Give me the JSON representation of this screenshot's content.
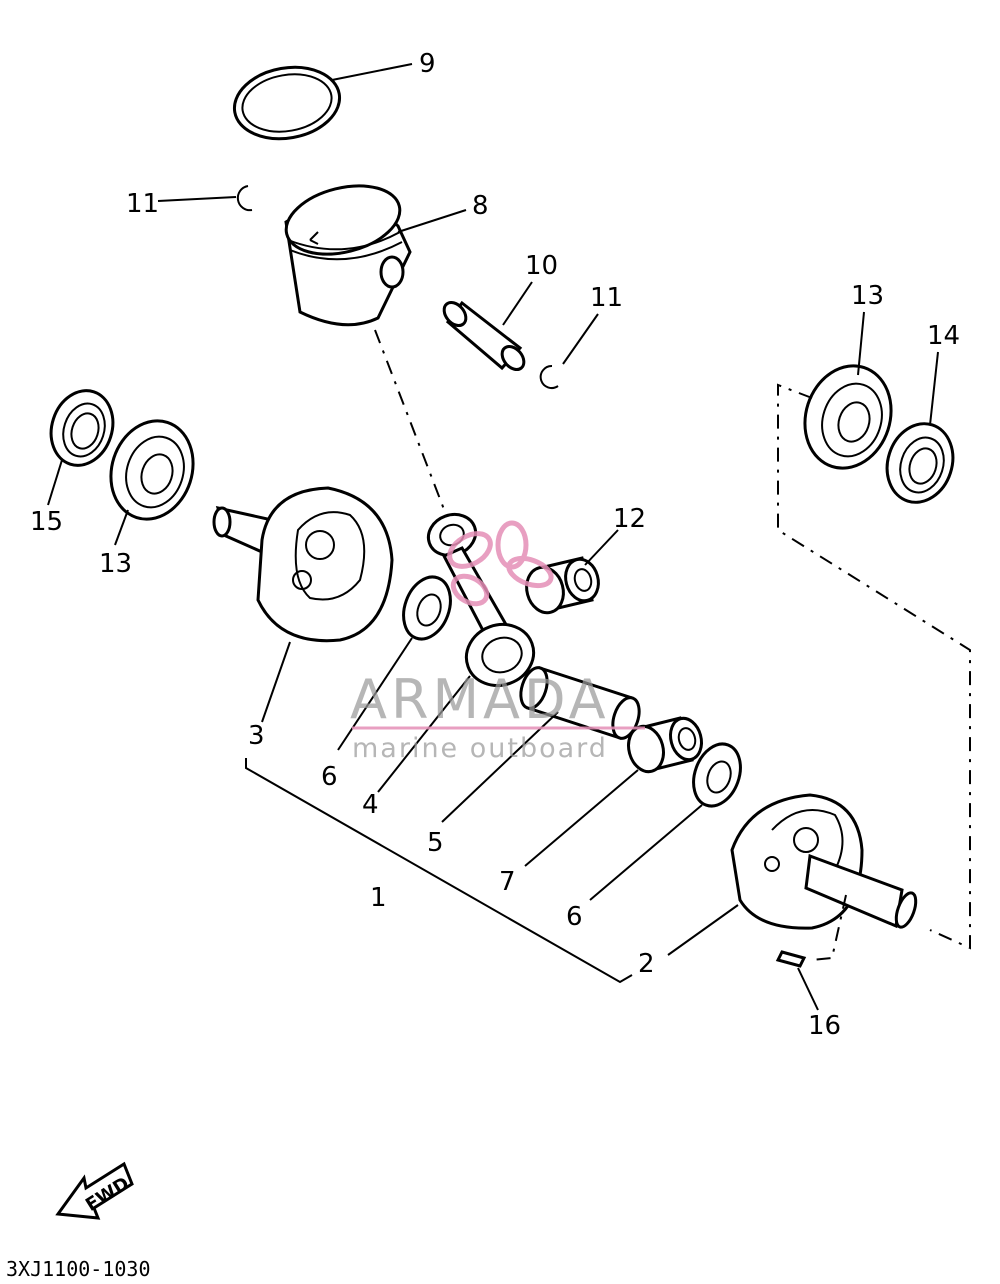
{
  "callouts": {
    "c9": "9",
    "c11a": "11",
    "c8": "8",
    "c10": "10",
    "c11b": "11",
    "c13a": "13",
    "c14": "14",
    "c15": "15",
    "c13b": "13",
    "c12": "12",
    "c3": "3",
    "c6a": "6",
    "c4": "4",
    "c5": "5",
    "c1": "1",
    "c7": "7",
    "c6b": "6",
    "c2": "2",
    "c16": "16"
  },
  "watermark": {
    "brand": "ARMADA",
    "tagline": "marine outboard"
  },
  "fwd_label": "FWD",
  "diagram_code": "3XJ1100-1030",
  "colors": {
    "line": "#000000",
    "watermark_text": "#9a9a9a",
    "watermark_logo": "#e58fb7"
  }
}
